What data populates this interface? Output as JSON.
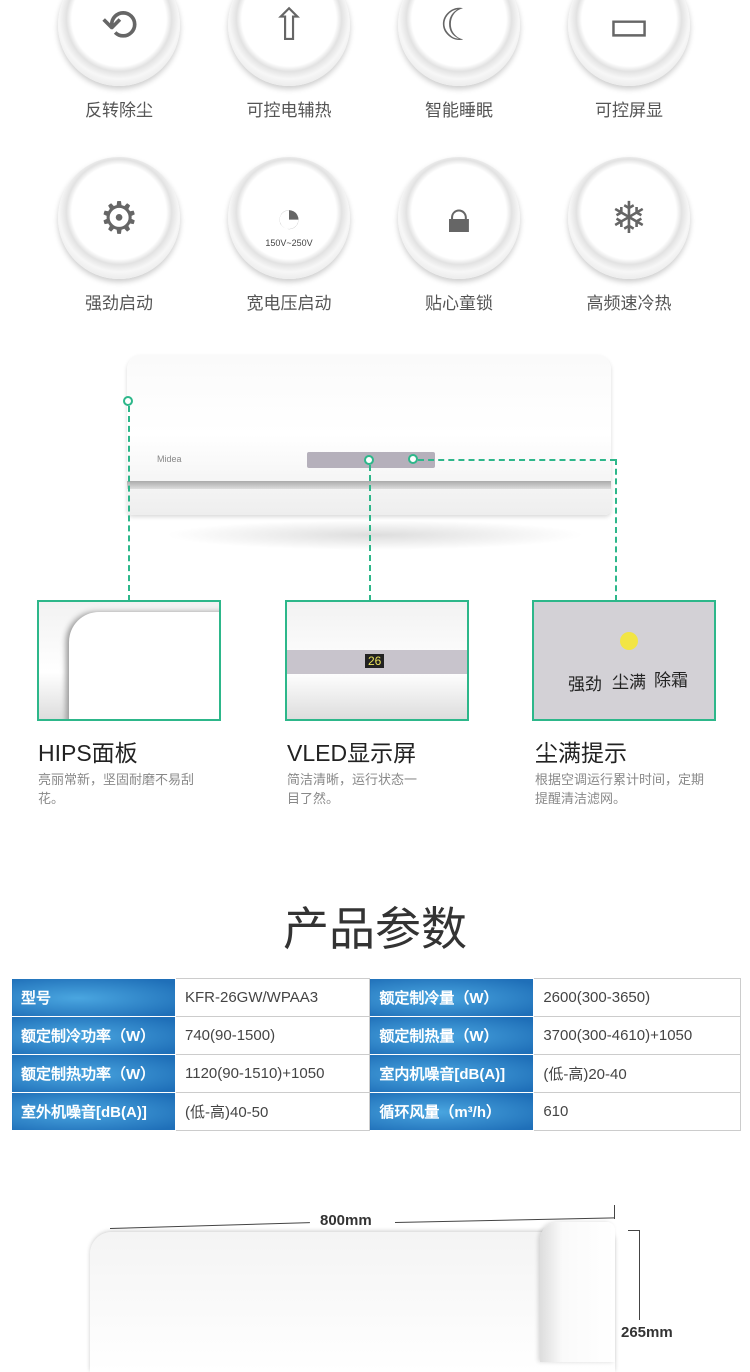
{
  "features": [
    {
      "label": "反转除尘",
      "icon": "reverse-dust-icon"
    },
    {
      "label": "可控电辅热",
      "icon": "heat-arrow-icon"
    },
    {
      "label": "智能睡眠",
      "icon": "sleep-curve-icon"
    },
    {
      "label": "可控屏显",
      "icon": "screen-icon"
    },
    {
      "label": "强劲启动",
      "icon": "gears-icon"
    },
    {
      "label": "宽电压启动",
      "icon": "gauge-icon",
      "gauge_text": "150V~250V"
    },
    {
      "label": "贴心童锁",
      "icon": "lock-icon"
    },
    {
      "label": "高频速冷热",
      "icon": "snow-sun-icon"
    }
  ],
  "unit": {
    "brand": "Midea",
    "display_value": "26"
  },
  "callouts": [
    {
      "title": "HIPS面板",
      "desc": "亮丽常新，坚固耐磨不易刮花。"
    },
    {
      "title": "VLED显示屏",
      "desc": "简洁清晰，运行状态一目了然。"
    },
    {
      "title": "尘满提示",
      "desc": "根据空调运行累计时间，定期提醒清洁滤网。",
      "panel_labels": [
        "强劲",
        "尘满",
        "除霜"
      ]
    }
  ],
  "specs": {
    "title": "产品参数",
    "rows": [
      [
        {
          "k": "型号",
          "v": "KFR-26GW/WPAA3"
        },
        {
          "k": "额定制冷量（W）",
          "v": "2600(300-3650)"
        }
      ],
      [
        {
          "k": "额定制冷功率（W）",
          "v": "740(90-1500)"
        },
        {
          "k": "额定制热量（W）",
          "v": "3700(300-4610)+1050"
        }
      ],
      [
        {
          "k": "额定制热功率（W）",
          "v": "1120(90-1510)+1050"
        },
        {
          "k": "室内机噪音[dB(A)]",
          "v": "(低-高)20-40"
        }
      ],
      [
        {
          "k": "室外机噪音[dB(A)]",
          "v": "(低-高)40-50"
        },
        {
          "k": "循环风量（m³/h）",
          "v": "610"
        }
      ]
    ]
  },
  "dimensions": {
    "width": "800mm",
    "height": "265mm"
  }
}
